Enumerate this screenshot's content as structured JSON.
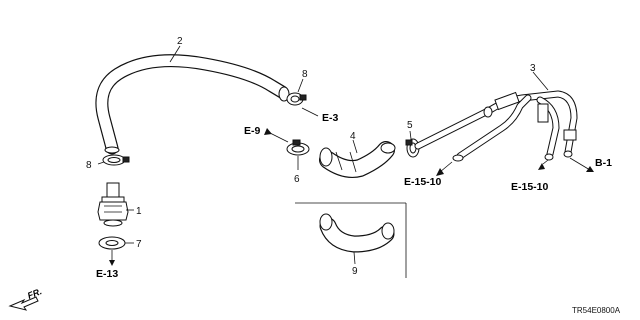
{
  "diagram": {
    "part_numbers": {
      "p1": "1",
      "p2": "2",
      "p3": "3",
      "p4": "4",
      "p5": "5",
      "p6": "6",
      "p7": "7",
      "p8a": "8",
      "p8b": "8",
      "p9": "9"
    },
    "references": {
      "e3": "E-3",
      "e9": "E-9",
      "e13": "E-13",
      "e15_10_left": "E-15-10",
      "e15_10_right": "E-15-10",
      "b1": "B-1"
    },
    "direction_label": "FR.",
    "diagram_code": "TR54E0800A"
  }
}
